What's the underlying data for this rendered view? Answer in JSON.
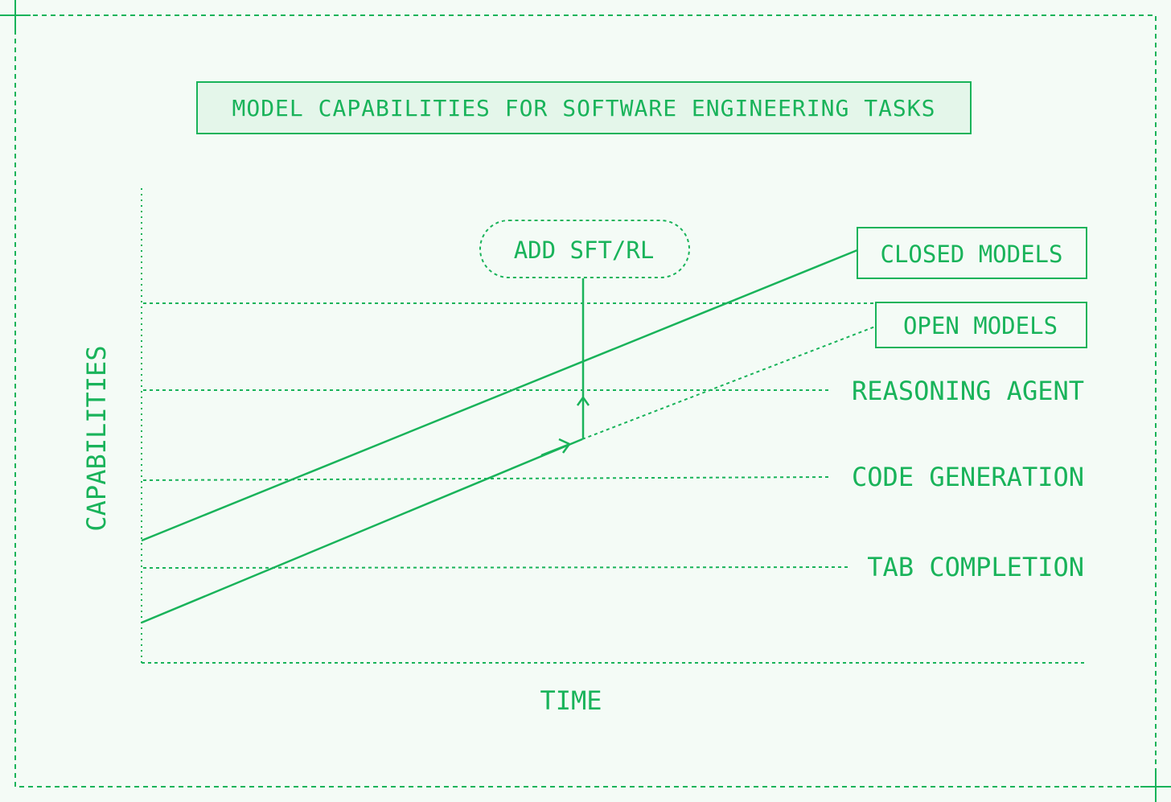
{
  "colors": {
    "accent": "#19b35a",
    "background": "#f4fbf6",
    "title_fill": "#e4f6ea"
  },
  "diagram": {
    "title": "MODEL CAPABILITIES FOR SOFTWARE ENGINEERING TASKS",
    "axes": {
      "y_label": "CAPABILITIES",
      "x_label": "TIME"
    },
    "tiers": [
      "REASONING AGENT",
      "CODE GENERATION",
      "TAB COMPLETION"
    ],
    "legend": {
      "closed": "CLOSED MODELS",
      "open": "OPEN MODELS"
    },
    "callout": "ADD SFT/RL"
  }
}
